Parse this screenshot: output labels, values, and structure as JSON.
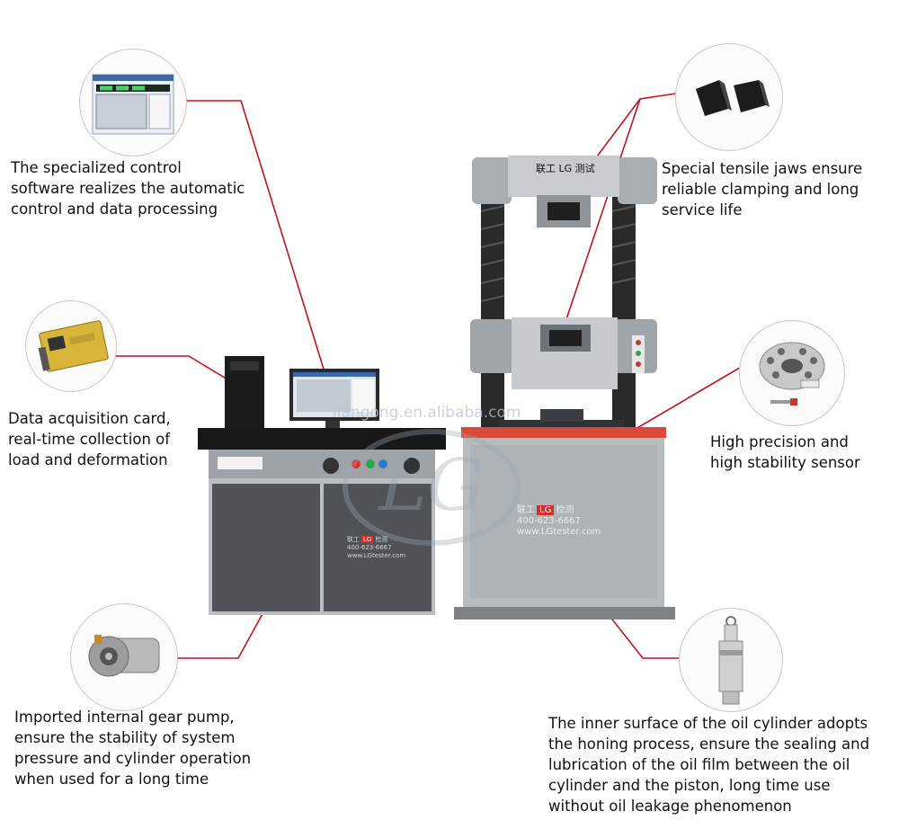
{
  "callouts": {
    "software": "The specialized control\nsoftware realizes the automatic\ncontrol and data processing",
    "jaws": "Special tensile jaws ensure\n reliable clamping and long\n service life",
    "card": "Data acquisition card,\nreal-time collection of\nload and deformation",
    "sensor": "High precision and\nhigh stability sensor",
    "pump": "Imported internal gear pump,\n ensure the stability of system\n pressure and cylinder operation\n when used for a long time",
    "cylinder": "The inner surface of the oil cylinder adopts\nthe honing process, ensure the sealing and\nlubrication of the oil film between the oil\n cylinder and the piston, long time use\n without oil leakage phenomenon"
  },
  "machine": {
    "brand_cn": "联工",
    "brand_logo": "LG",
    "brand_suffix": "检测",
    "phone": "400-623-6667",
    "site": "www.LGtester.com",
    "top_label": "联工 LG 测试",
    "watermark": "liangong.en.alibaba.com"
  },
  "colors": {
    "leader": "#c0131a",
    "accent_red": "#e23a2c",
    "steel": "#8a8f96"
  }
}
